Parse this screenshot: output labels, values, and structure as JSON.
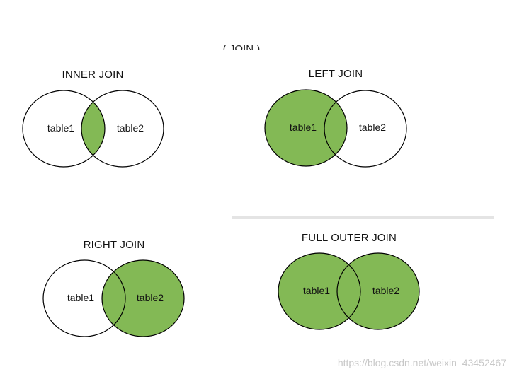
{
  "header": {
    "partial_title": "( JOIN )"
  },
  "colors": {
    "fill": "#83b955",
    "stroke": "#000000",
    "background": "#ffffff"
  },
  "panels": [
    {
      "title": "INNER JOIN",
      "left_label": "table1",
      "right_label": "table2",
      "shaded": "intersection"
    },
    {
      "title": "LEFT JOIN",
      "left_label": "table1",
      "right_label": "table2",
      "shaded": "left"
    },
    {
      "title": "RIGHT JOIN",
      "left_label": "table1",
      "right_label": "table2",
      "shaded": "right"
    },
    {
      "title": "FULL OUTER JOIN",
      "left_label": "table1",
      "right_label": "table2",
      "shaded": "both"
    }
  ],
  "watermark": "https://blog.csdn.net/weixin_43452467"
}
